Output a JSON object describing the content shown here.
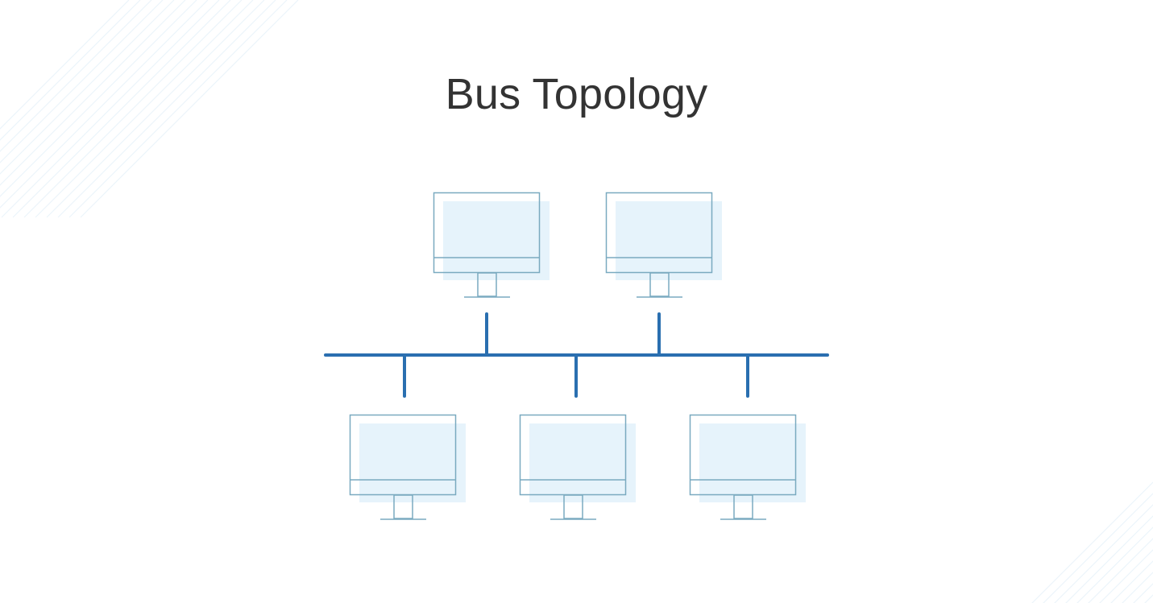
{
  "title": "Bus Topology",
  "colors": {
    "background": "#ffffff",
    "title_text": "#333333",
    "bus_line": "#2a6fb0",
    "monitor_stroke": "#7aaac0",
    "monitor_fill": "#e6f3fb",
    "decor_stripes": "#dcecf7"
  },
  "nodes": [
    {
      "id": "computer-1",
      "icon": "desktop-monitor-icon",
      "row": "top"
    },
    {
      "id": "computer-2",
      "icon": "desktop-monitor-icon",
      "row": "top"
    },
    {
      "id": "computer-3",
      "icon": "desktop-monitor-icon",
      "row": "bottom"
    },
    {
      "id": "computer-4",
      "icon": "desktop-monitor-icon",
      "row": "bottom"
    },
    {
      "id": "computer-5",
      "icon": "desktop-monitor-icon",
      "row": "bottom"
    }
  ],
  "bus": {
    "type": "shared-backbone",
    "connections": 5
  }
}
